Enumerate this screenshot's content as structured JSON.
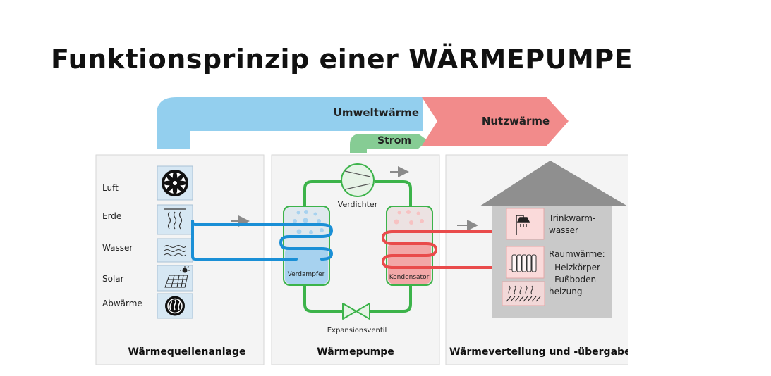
{
  "title": "Funktionsprinzip einer WÄRMEPUMPE",
  "flows": {
    "environment_heat": "Umweltwärme",
    "useful_heat": "Nutzwärme",
    "electricity": "Strom"
  },
  "source_panel": {
    "caption": "Wärmequellenanlage",
    "sources": [
      {
        "label": "Luft",
        "icon": "fan-icon"
      },
      {
        "label": "Erde",
        "icon": "ground-icon"
      },
      {
        "label": "Wasser",
        "icon": "water-icon"
      },
      {
        "label": "Solar",
        "icon": "solar-panel-icon"
      },
      {
        "label": "Abwärme",
        "icon": "waste-heat-icon"
      }
    ]
  },
  "pump_panel": {
    "caption": "Wärmepumpe",
    "compressor": "Verdichter",
    "evaporator": "Verdampfer",
    "condenser": "Kondensator",
    "expansion_valve": "Expansionsventil"
  },
  "distribution_panel": {
    "caption": "Wärmeverteilung und -übergabe",
    "hot_water_line1": "Trinkwarm-",
    "hot_water_line2": "wasser",
    "space_heat_line1": "Raumwärme:",
    "space_heat_line2": "- Heizkörper",
    "space_heat_line3": "- Fußboden-",
    "space_heat_line4": "heizung"
  },
  "colors": {
    "environment_heat": "#93cfee",
    "useful_heat": "#f28b8b",
    "electricity": "#86cc94",
    "cold_loop": "#1a8fd6",
    "hot_loop": "#e94b4b",
    "refrigerant_loop": "#3cb34a"
  }
}
